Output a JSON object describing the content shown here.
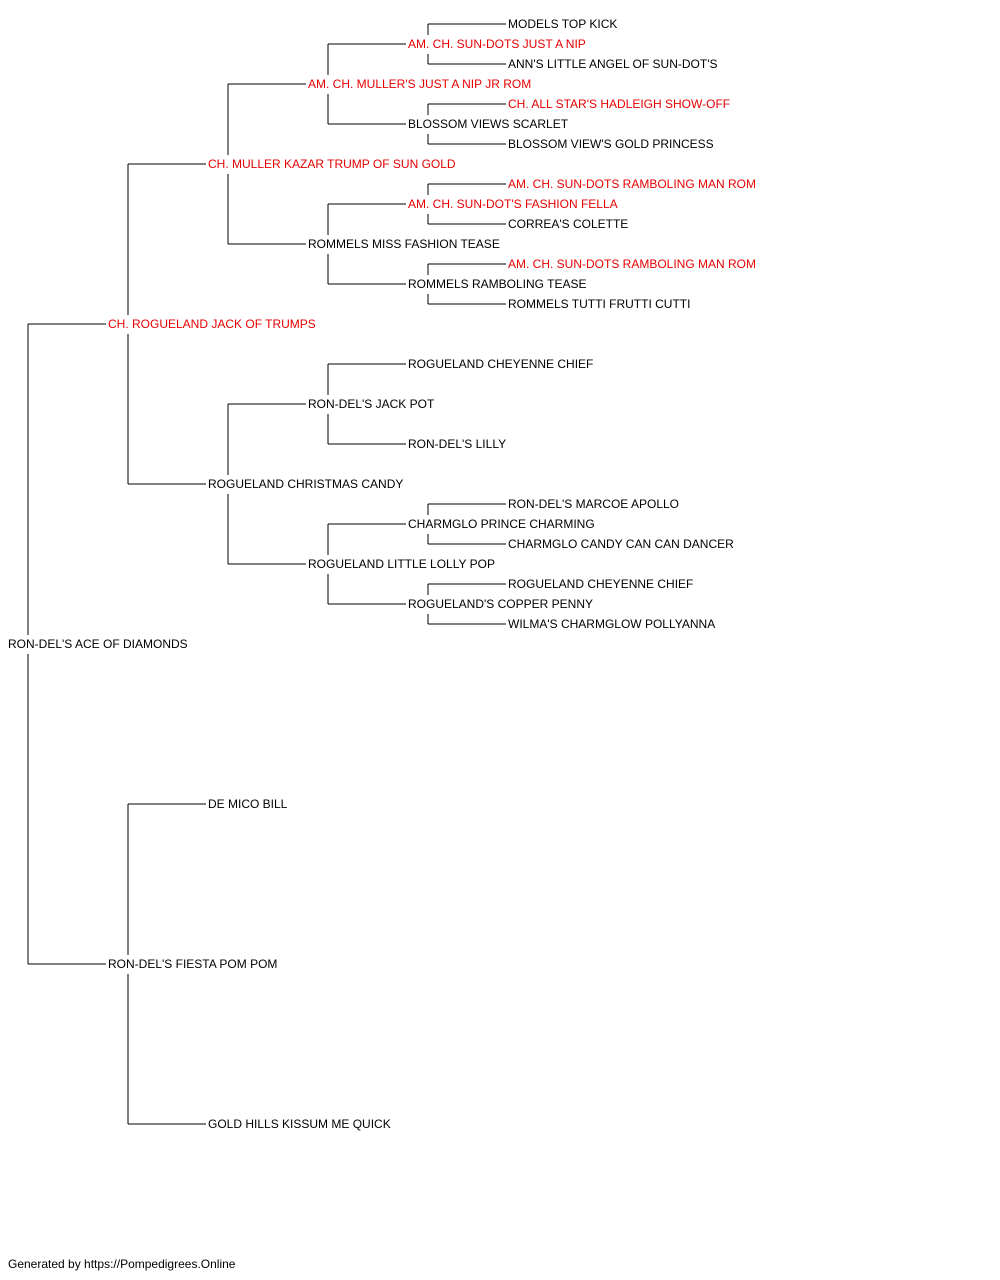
{
  "colors": {
    "champion": "#e60000",
    "normal": "#000000",
    "line": "#000000"
  },
  "pedigree": {
    "name": "RON-DEL'S ACE OF DIAMONDS",
    "champion": false,
    "sire": {
      "name": "CH. ROGUELAND JACK OF TRUMPS",
      "champion": true,
      "sire": {
        "name": "CH. MULLER KAZAR TRUMP OF SUN GOLD",
        "champion": true,
        "sire": {
          "name": "AM. CH. MULLER'S JUST A NIP JR ROM",
          "champion": true,
          "sire": {
            "name": "AM. CH. SUN-DOTS JUST A NIP",
            "champion": true,
            "sire": {
              "name": "MODELS TOP KICK",
              "champion": false
            },
            "dam": {
              "name": "ANN'S LITTLE ANGEL OF SUN-DOT'S",
              "champion": false
            }
          },
          "dam": {
            "name": "BLOSSOM VIEWS SCARLET",
            "champion": false,
            "sire": {
              "name": "CH. ALL STAR'S HADLEIGH SHOW-OFF",
              "champion": true
            },
            "dam": {
              "name": "BLOSSOM VIEW'S GOLD PRINCESS",
              "champion": false
            }
          }
        },
        "dam": {
          "name": "ROMMELS MISS FASHION TEASE",
          "champion": false,
          "sire": {
            "name": "AM. CH. SUN-DOT'S FASHION FELLA",
            "champion": true,
            "sire": {
              "name": "AM. CH. SUN-DOTS RAMBOLING MAN ROM",
              "champion": true
            },
            "dam": {
              "name": "CORREA'S COLETTE",
              "champion": false
            }
          },
          "dam": {
            "name": "ROMMELS RAMBOLING TEASE",
            "champion": false,
            "sire": {
              "name": "AM. CH. SUN-DOTS RAMBOLING MAN ROM",
              "champion": true
            },
            "dam": {
              "name": "ROMMELS TUTTI FRUTTI CUTTI",
              "champion": false
            }
          }
        }
      },
      "dam": {
        "name": "ROGUELAND CHRISTMAS CANDY",
        "champion": false,
        "sire": {
          "name": "RON-DEL'S JACK POT",
          "champion": false,
          "sire": {
            "name": "ROGUELAND CHEYENNE CHIEF",
            "champion": false
          },
          "dam": {
            "name": "RON-DEL'S LILLY",
            "champion": false
          }
        },
        "dam": {
          "name": "ROGUELAND LITTLE LOLLY POP",
          "champion": false,
          "sire": {
            "name": "CHARMGLO PRINCE CHARMING",
            "champion": false,
            "sire": {
              "name": "RON-DEL'S MARCOE APOLLO",
              "champion": false
            },
            "dam": {
              "name": "CHARMGLO CANDY CAN CAN DANCER",
              "champion": false
            }
          },
          "dam": {
            "name": "ROGUELAND'S COPPER PENNY",
            "champion": false,
            "sire": {
              "name": "ROGUELAND CHEYENNE CHIEF",
              "champion": false
            },
            "dam": {
              "name": "WILMA'S CHARMGLOW POLLYANNA",
              "champion": false
            }
          }
        }
      }
    },
    "dam": {
      "name": "RON-DEL'S FIESTA POM POM",
      "champion": false,
      "sire": {
        "name": "DE MICO BILL",
        "champion": false
      },
      "dam": {
        "name": "GOLD HILLS KISSUM ME QUICK",
        "champion": false
      }
    }
  },
  "footer": "Generated by https://Pompedigrees.Online"
}
